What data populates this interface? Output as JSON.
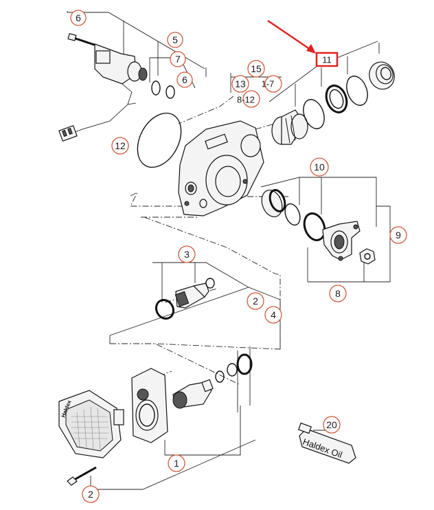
{
  "diagram": {
    "highlight_color": "#e0211f",
    "callout_color": "#d25a3a",
    "highlight_label": "11",
    "callouts": {
      "c6_top": "6",
      "c5": "5",
      "c7": "7",
      "c6_mid": "6",
      "c15": "15",
      "c13": "13",
      "c1_7": "1-7",
      "c8_12": "8-12",
      "c12": "12",
      "c10": "10",
      "c9": "9",
      "c8": "8",
      "c3": "3",
      "c2_mid": "2",
      "c4": "4",
      "c20": "20",
      "c1": "1",
      "c2_bottom": "2"
    },
    "oil_label": "Haldex Oil",
    "housing_label": "Haldex"
  }
}
